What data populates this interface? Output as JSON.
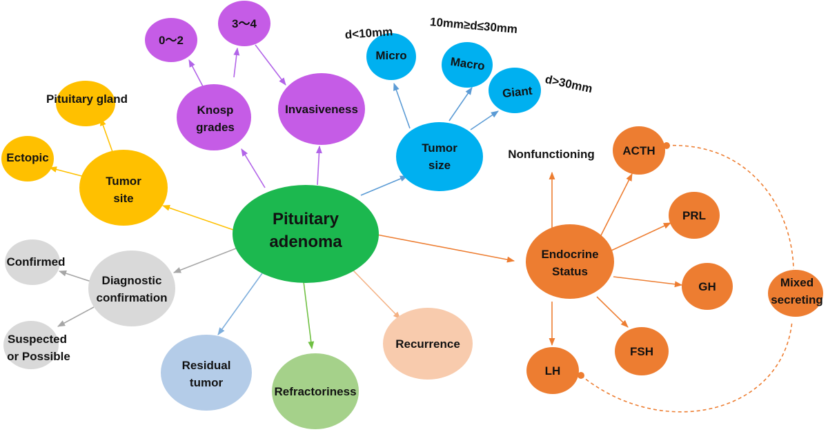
{
  "colors": {
    "center": "#1cb84f",
    "site": "#ffc000",
    "knosp": "#c55ce6",
    "size": "#00b0f0",
    "endocrine": "#ed7d31",
    "diagnostic": "#d9d9d9",
    "residual": "#b4cce8",
    "refractory": "#a5d18a",
    "recurrence": "#f8cbad",
    "site_edge": "#ffc000",
    "knosp_edge": "#b264e8",
    "size_edge": "#5b9bd5",
    "endocrine_edge": "#ed7d31",
    "diagnostic_edge": "#a6a6a6",
    "residual_edge": "#7eaedc",
    "refractory_edge": "#70c043",
    "recurrence_edge": "#f4b183"
  },
  "nodes": {
    "center": {
      "line1": "Pituitary",
      "line2": "adenoma"
    },
    "tumor_site": {
      "line1": "Tumor",
      "line2": "site"
    },
    "pituitary_gland": "Pituitary gland",
    "ectopic": "Ectopic",
    "knosp_grades": {
      "line1": "Knosp",
      "line2": "grades"
    },
    "grade_0_2": "0～2",
    "grade_3_4": "3～4",
    "invasiveness": "Invasiveness",
    "tumor_size": {
      "line1": "Tumor",
      "line2": "size"
    },
    "micro": "Micro",
    "macro": "Macro",
    "giant": "Giant",
    "micro_note": "d<10mm",
    "macro_note": "10mm≥d≤30mm",
    "giant_note": "d>30mm",
    "endocrine_status": {
      "line1": "Endocrine",
      "line2": "Status"
    },
    "nonfunctioning": "Nonfunctioning",
    "acth": "ACTH",
    "prl": "PRL",
    "gh": "GH",
    "fsh": "FSH",
    "lh": "LH",
    "mixed": {
      "line1": "Mixed",
      "line2": "secreting"
    },
    "diagnostic": {
      "line1": "Diagnostic",
      "line2": "confirmation"
    },
    "confirmed": "Confirmed",
    "suspected": {
      "line1": "Suspected",
      "line2": "or Possible"
    },
    "residual": {
      "line1": "Residual",
      "line2": "tumor"
    },
    "refractoriness": "Refractoriness",
    "recurrence": "Recurrence"
  }
}
